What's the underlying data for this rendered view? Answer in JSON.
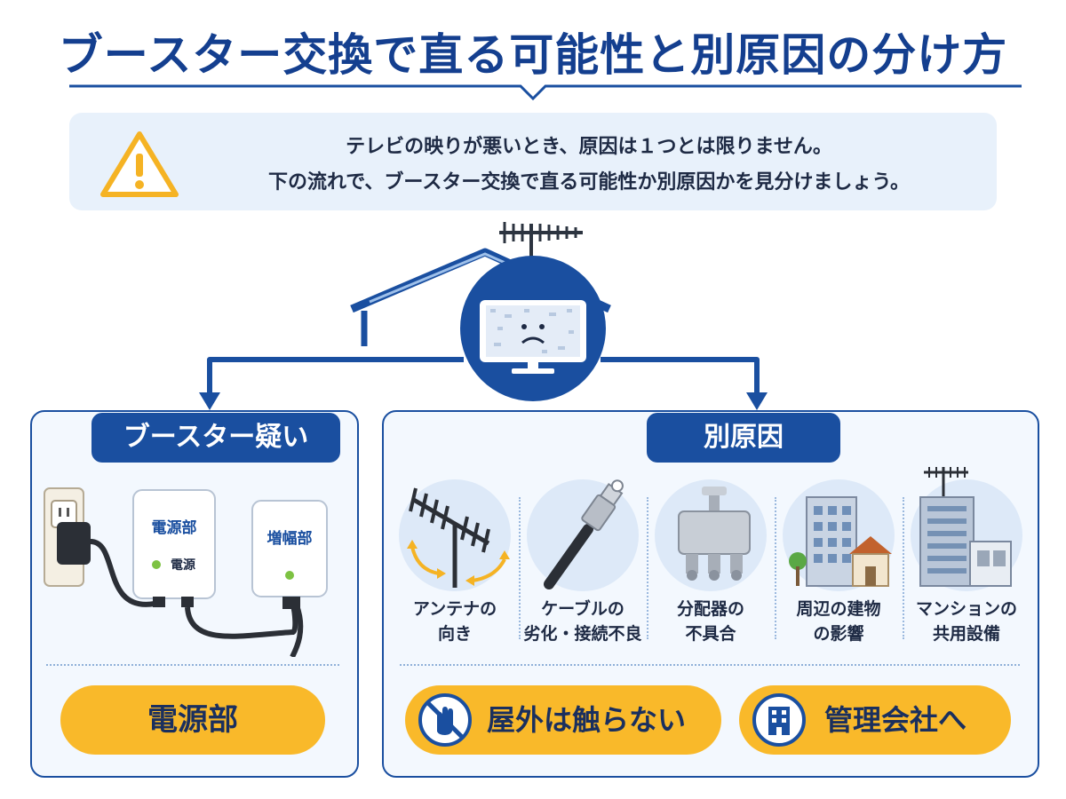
{
  "title": "ブースター交換で直る可能性と別原因の分け方",
  "intro": {
    "line1": "テレビの映りが悪いとき、原因は１つとは限りません。",
    "line2": "下の流れで、ブースター交換で直る可能性か別原因かを見分けましょう。"
  },
  "booster": {
    "heading": "ブースター疑い",
    "power_unit_label": "電源部",
    "power_indicator_label": "電源",
    "amplifier_label": "増幅部",
    "result": "電源部"
  },
  "other": {
    "heading": "別原因",
    "causes": [
      {
        "line1": "アンテナの",
        "line2": "向き",
        "icon": "antenna-icon"
      },
      {
        "line1": "ケーブルの",
        "line2": "劣化・接続不良",
        "icon": "cable-icon"
      },
      {
        "line1": "分配器の",
        "line2": "不具合",
        "icon": "splitter-icon"
      },
      {
        "line1": "周辺の建物",
        "line2": "の影響",
        "icon": "buildings-icon"
      },
      {
        "line1": "マンションの",
        "line2": "共用設備",
        "icon": "apartment-icon"
      }
    ],
    "action_outdoor": "屋外は触らない",
    "action_management": "管理会社へ"
  },
  "colors": {
    "navy": "#1a4fa0",
    "title": "#143f8f",
    "accent_yellow": "#f9b92a",
    "warning": "#f5b324",
    "panel_bg": "#f3f8fe",
    "intro_bg": "#e8f1fb"
  }
}
